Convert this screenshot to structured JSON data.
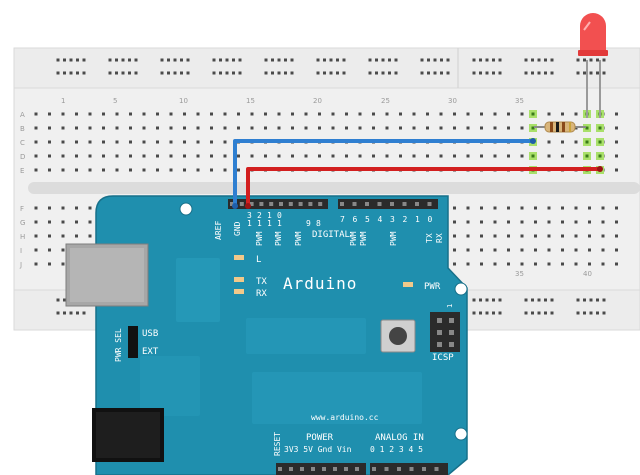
{
  "breadboard": {
    "row_labels_top": [
      "A",
      "B",
      "C",
      "D",
      "E"
    ],
    "row_labels_bottom": [
      "F",
      "G",
      "H",
      "I",
      "J"
    ],
    "column_labels_top": [
      "1",
      "5",
      "10",
      "15",
      "20",
      "25",
      "30",
      "35"
    ],
    "column_labels_bottom": [
      "35",
      "40"
    ]
  },
  "arduino": {
    "brand": "Arduino",
    "url": "www.arduino.cc",
    "aref": "AREF",
    "gnd": "GND",
    "digital": "DIGITAL",
    "digital_pins_high": [
      "1",
      "1",
      "1",
      "1",
      "9",
      "8"
    ],
    "digital_pins_high_top": [
      "3",
      "2",
      "1",
      "0"
    ],
    "digital_pins_low": [
      "7",
      "6",
      "5",
      "4",
      "3",
      "2",
      "1",
      "0"
    ],
    "pwm": "PWM",
    "tx_pin": "TX",
    "rx_pin": "RX",
    "led_l": "L",
    "led_tx": "TX",
    "led_rx": "RX",
    "pwr": "PWR",
    "icsp": "ICSP",
    "icsp_num": "1",
    "pwr_sel": "PWR SEL",
    "usb": "USB",
    "ext": "EXT",
    "reset": "RESET",
    "power": "POWER",
    "power_pins": "3V3 5V Gnd Vin",
    "analog_in": "ANALOG IN",
    "analog_pins": "0 1 2 3 4 5"
  },
  "colors": {
    "board_teal": "#1f8fae",
    "board_edge": "#17708a",
    "wire_blue": "#2f7fd1",
    "wire_red": "#d21f1f",
    "led_red": "#f04040",
    "highlight_green": "#a9e06a",
    "breadboard": "#eeeeee"
  }
}
